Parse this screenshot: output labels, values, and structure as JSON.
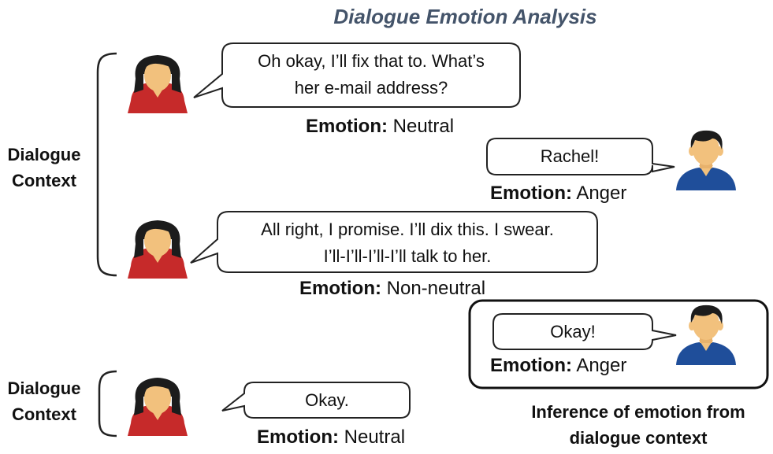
{
  "title": "Dialogue Emotion Analysis",
  "context_label_top": [
    "Dialogue",
    "Context"
  ],
  "context_label_bottom": [
    "Dialogue",
    "Context"
  ],
  "utterances": [
    {
      "speaker": "female",
      "lines": [
        "Oh okay, I’ll fix that to. What’s",
        "her e-mail address?"
      ],
      "emotion_label": "Emotion:",
      "emotion": "Neutral"
    },
    {
      "speaker": "male",
      "lines": [
        "Rachel!"
      ],
      "emotion_label": "Emotion:",
      "emotion": "Anger"
    },
    {
      "speaker": "female",
      "lines": [
        "All right, I promise. I’ll dix this. I swear.",
        "I’ll-I’ll-I’ll-I’ll talk to her."
      ],
      "emotion_label": "Emotion:",
      "emotion": "Non-neutral"
    },
    {
      "speaker": "male",
      "lines": [
        "Okay!"
      ],
      "emotion_label": "Emotion:",
      "emotion": "Anger"
    },
    {
      "speaker": "female",
      "lines": [
        "Okay."
      ],
      "emotion_label": "Emotion:",
      "emotion": "Neutral"
    }
  ],
  "inference_caption": [
    "Inference of emotion from",
    "dialogue context"
  ],
  "colors": {
    "title": "#44546a",
    "female_shirt": "#c62a2a",
    "male_shirt": "#1f4e9a",
    "skin": "#f2c17d",
    "hair": "#1c1c1c"
  }
}
